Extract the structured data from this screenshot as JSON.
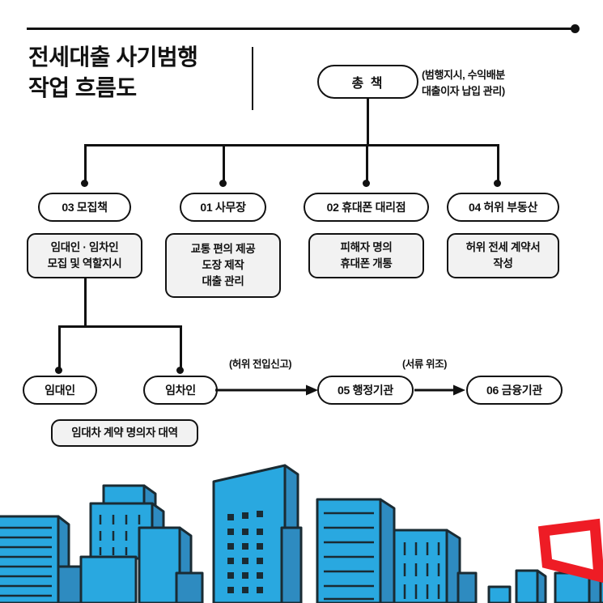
{
  "header": {
    "title_line1": "전세대출 사기범행",
    "title_line2": "작업 흐름도"
  },
  "diagram": {
    "root": {
      "label": "총 책",
      "annotation_line1": "(범행지시, 수익배분",
      "annotation_line2": "대출이자 납입 관리)"
    },
    "roles": [
      {
        "label": "03 모집책",
        "desc_line1": "임대인 · 임차인",
        "desc_line2": "모집 및 역할지시",
        "desc_line3": ""
      },
      {
        "label": "01 사무장",
        "desc_line1": "교통 편의 제공",
        "desc_line2": "도장 제작",
        "desc_line3": "대출 관리"
      },
      {
        "label": "02 휴대폰 대리점",
        "desc_line1": "피해자 명의",
        "desc_line2": "휴대폰 개통",
        "desc_line3": ""
      },
      {
        "label": "04 허위 부동산",
        "desc_line1": "허위 전세 계약서",
        "desc_line2": "작성",
        "desc_line3": ""
      }
    ],
    "parties": [
      {
        "label": "임대인"
      },
      {
        "label": "임차인"
      }
    ],
    "party_note": "임대차 계약 명의자 대역",
    "flow": {
      "edge1_label": "(허위 전입신고)",
      "target1": "05 행정기관",
      "edge2_label": "(서류 위조)",
      "target2": "06 금융기관"
    }
  },
  "illustration": {
    "name": "city-skyline",
    "building_face_color": "#29A8E0",
    "building_side_color": "#2E8BC0",
    "outline_color": "#1A2B33",
    "highlight_color": "#EE1C25",
    "highlight_name": "red-focus-marker"
  }
}
